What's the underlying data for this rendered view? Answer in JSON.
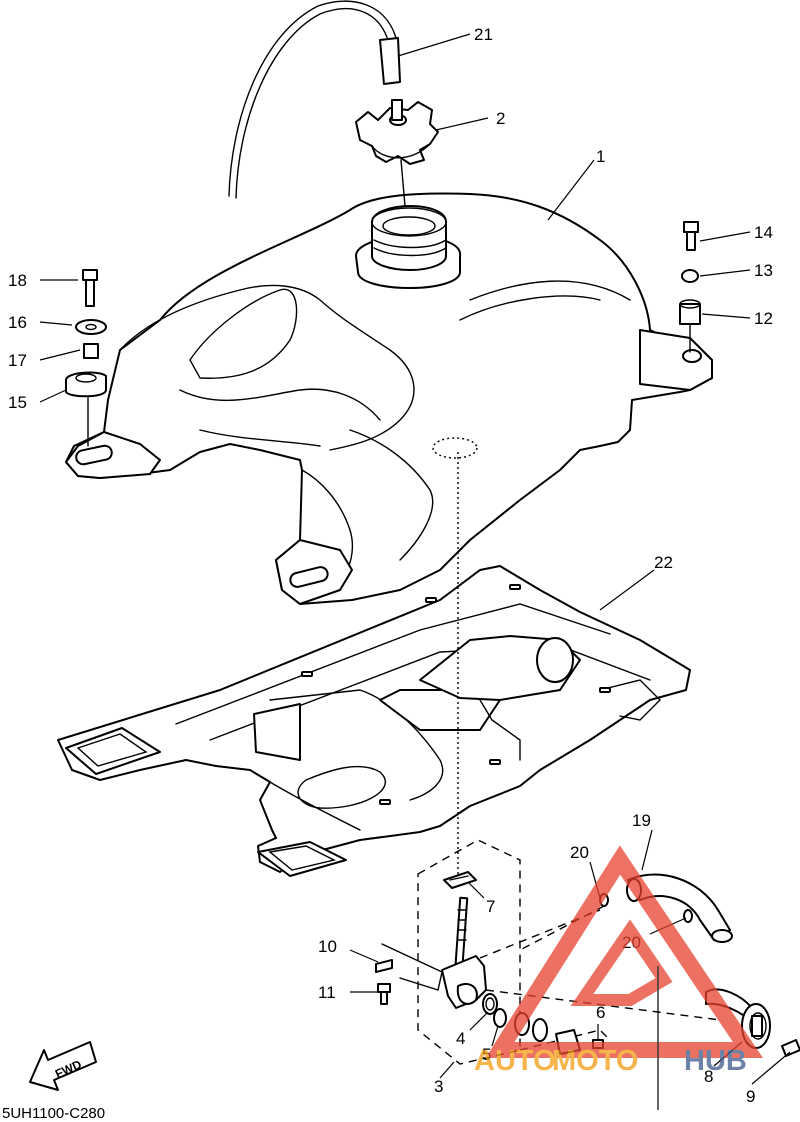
{
  "diagram_code": "5UH1100-C280",
  "fwd_label": "FWD",
  "watermark": {
    "word_a": "AUTO",
    "word_b": "MOTO",
    "word_c": "HUB",
    "color_red": "#e8422f",
    "color_orange": "#f39c12",
    "color_blue": "#3c5a8a"
  },
  "callouts": {
    "c1": "1",
    "c2": "2",
    "c3": "3",
    "c4": "4",
    "c5": "5",
    "c6": "6",
    "c7": "7",
    "c8": "8",
    "c9": "9",
    "c10": "10",
    "c11": "11",
    "c12": "12",
    "c13": "13",
    "c14": "14",
    "c15": "15",
    "c16": "16",
    "c17": "17",
    "c18": "18",
    "c19": "19",
    "c20a": "20",
    "c20b": "20",
    "c21": "21",
    "c22": "22"
  }
}
